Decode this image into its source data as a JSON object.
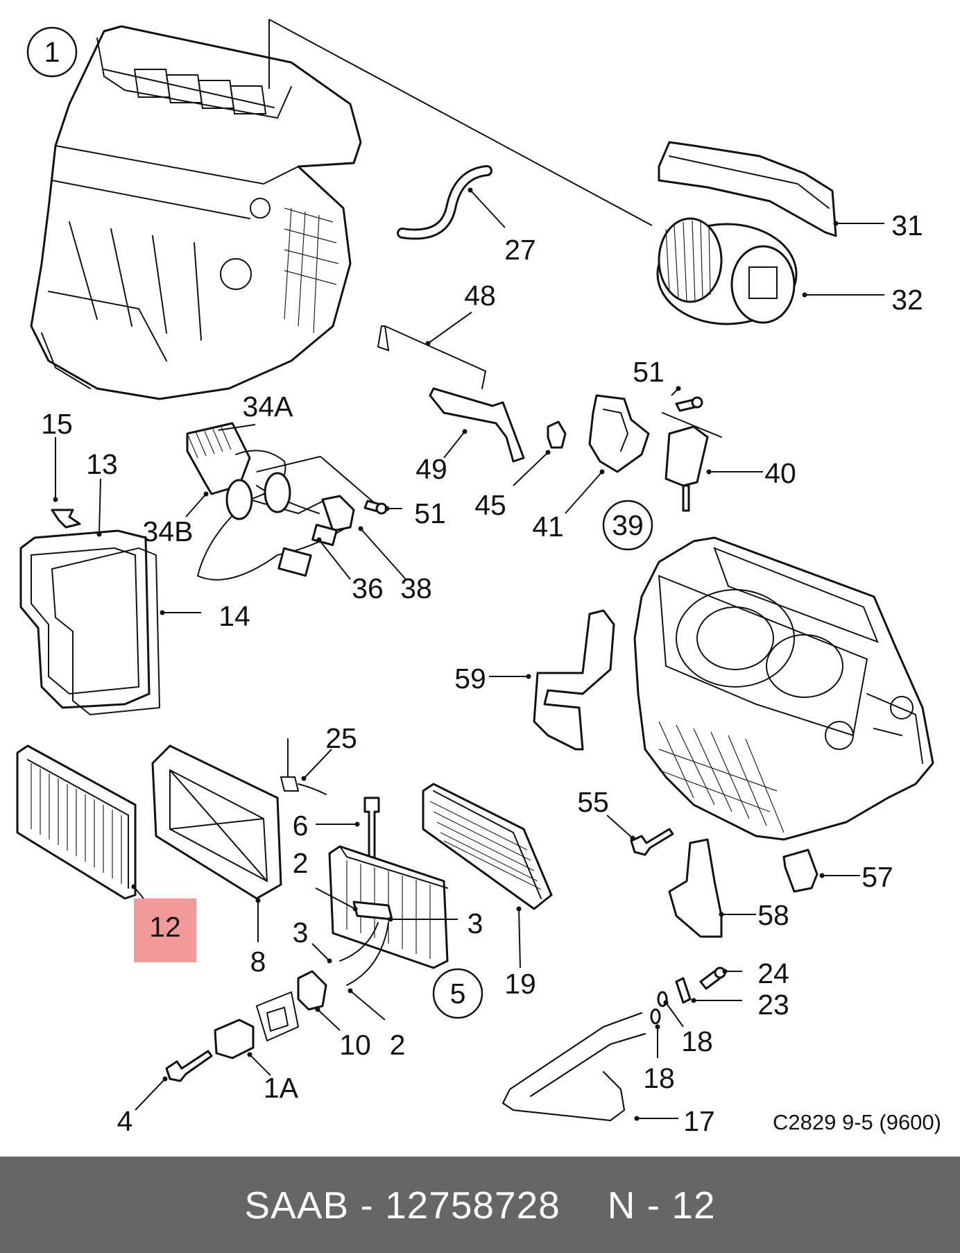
{
  "diagram": {
    "reference_code": "C2829 9-5 (9600)",
    "highlighted_callout": "12",
    "highlight_color": "#f29a9a",
    "line_color": "#111111",
    "callouts": {
      "c1": "1",
      "c27": "27",
      "c31": "31",
      "c32": "32",
      "c48": "48",
      "c34a": "34A",
      "c15": "15",
      "c13": "13",
      "c51a": "51",
      "c51b": "51",
      "c49": "49",
      "c45": "45",
      "c41": "41",
      "c40": "40",
      "c39": "39",
      "c34b": "34B",
      "c36": "36",
      "c38": "38",
      "c14": "14",
      "c59": "59",
      "c25": "25",
      "c6": "6",
      "c55": "55",
      "c2a": "2",
      "c57": "57",
      "c3a": "3",
      "c12": "12",
      "c8": "8",
      "c3b": "3",
      "c58": "58",
      "c5": "5",
      "c19": "19",
      "c24": "24",
      "c23": "23",
      "c10": "10",
      "c2b": "2",
      "c18a": "18",
      "c1a": "1A",
      "c18b": "18",
      "c4": "4",
      "c17": "17"
    }
  },
  "footer": {
    "brand": "SAAB",
    "part_number": "12758728",
    "position": "N - 12"
  }
}
